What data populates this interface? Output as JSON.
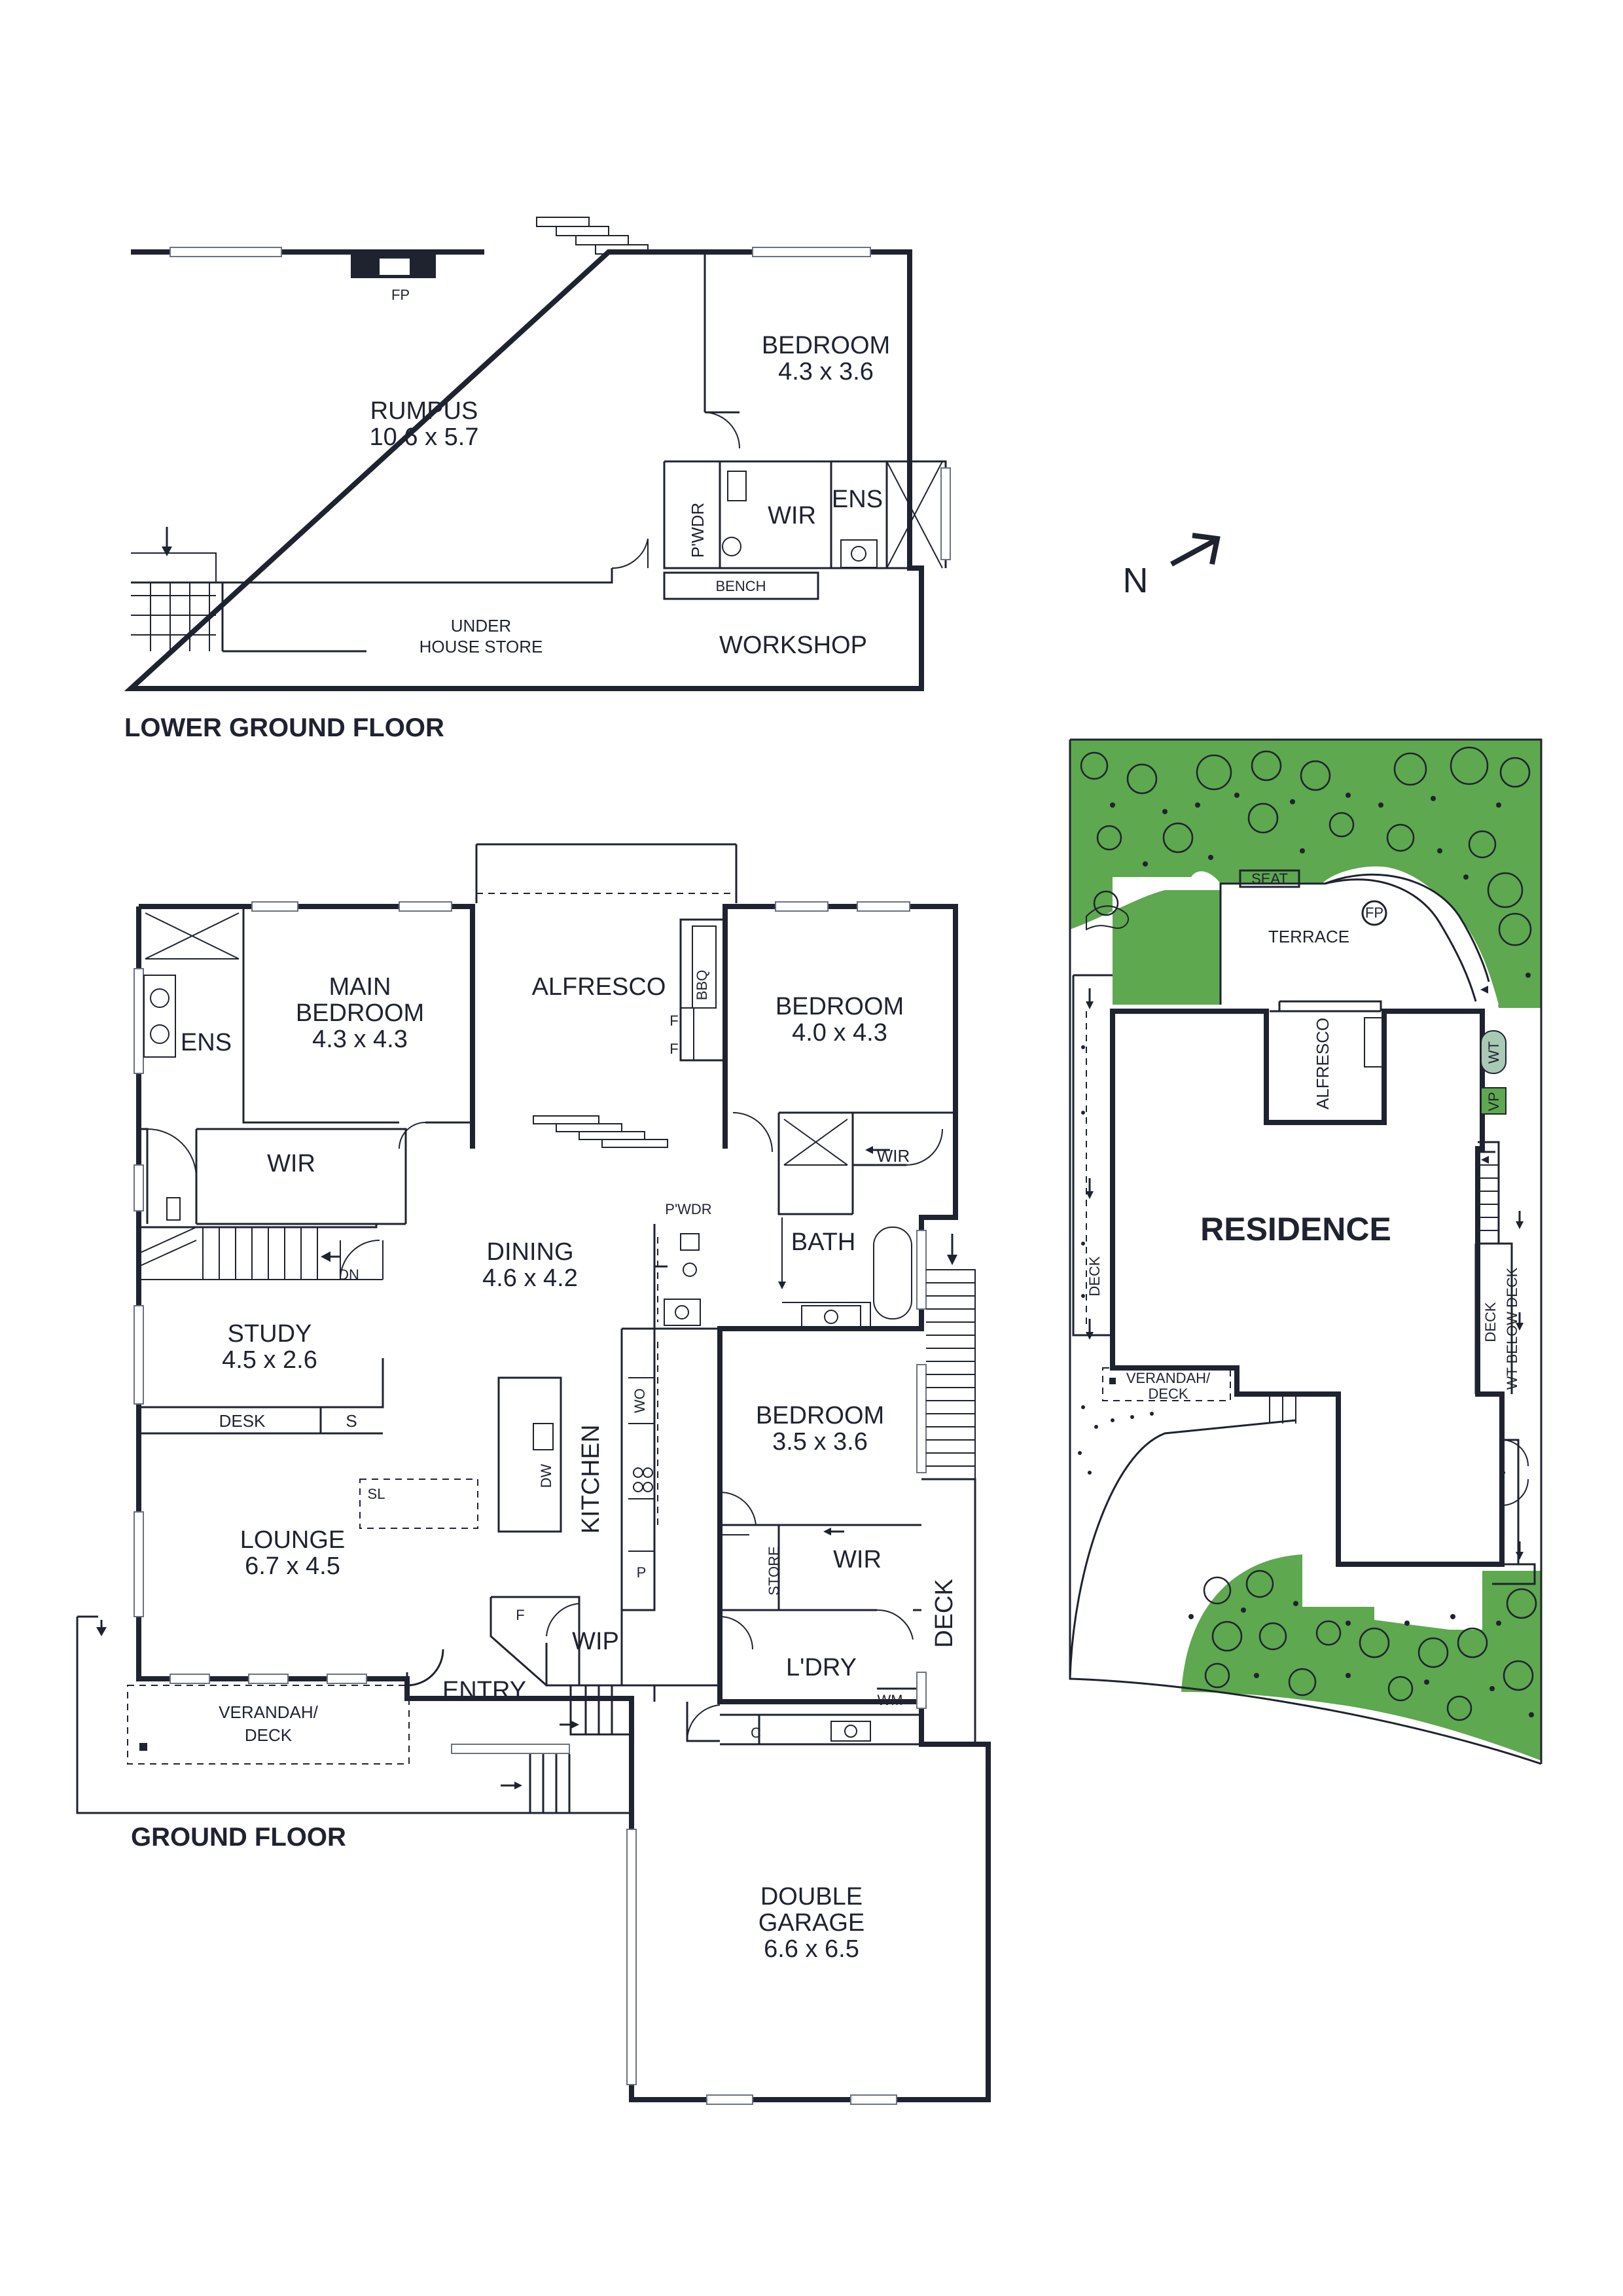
{
  "lower_ground": {
    "title": "LOWER GROUND FLOOR",
    "fp": "FP",
    "rumpus": {
      "name": "RUMPUS",
      "dim": "10.6 x 5.7"
    },
    "bedroom": {
      "name": "BEDROOM",
      "dim": "4.3 x 3.6"
    },
    "pwdr": "P'WDR",
    "wir": "WIR",
    "ens": "ENS",
    "bench": "BENCH",
    "under_store_1": "UNDER",
    "under_store_2": "HOUSE STORE",
    "workshop": "WORKSHOP"
  },
  "ground": {
    "title": "GROUND FLOOR",
    "ens": "ENS",
    "main_bedroom_1": "MAIN",
    "main_bedroom_2": "BEDROOM",
    "main_bedroom_dim": "4.3 x 4.3",
    "alfresco": "ALFRESCO",
    "bbq": "BBQ",
    "f": "F",
    "bedroom1": {
      "name": "BEDROOM",
      "dim": "4.0 x 4.3"
    },
    "wir": "WIR",
    "pwdr": "P'WDR",
    "bath": "BATH",
    "dining": {
      "name": "DINING",
      "dim": "4.6 x 4.2"
    },
    "dn": "DN",
    "study": {
      "name": "STUDY",
      "dim": "4.5 x 2.6"
    },
    "desk": "DESK",
    "s": "S",
    "wo": "WO",
    "dw": "DW",
    "kitchen": "KITCHEN",
    "sl": "SL",
    "p": "P",
    "bedroom2": {
      "name": "BEDROOM",
      "dim": "3.5 x 3.6"
    },
    "store": "STORE",
    "lounge": {
      "name": "LOUNGE",
      "dim": "6.7 x 4.5"
    },
    "wip": "WIP",
    "entry": "ENTRY",
    "deck": "DECK",
    "ldry": "L'DRY",
    "wm": "WM",
    "c": "C",
    "verandah_1": "VERANDAH/",
    "verandah_2": "DECK",
    "garage_1": "DOUBLE",
    "garage_2": "GARAGE",
    "garage_dim": "6.6 x 6.5"
  },
  "north": "N",
  "site": {
    "seat": "SEAT",
    "fp": "FP",
    "terrace": "TERRACE",
    "alfresco": "ALFRESCO",
    "wt": "WT",
    "vp": "VP",
    "residence": "RESIDENCE",
    "deck_left": "DECK",
    "deck_right": "DECK",
    "wt_below_deck": "WT BELOW DECK",
    "verandah_1": "VERANDAH/",
    "verandah_2": "DECK",
    "green": "#5ea84f"
  }
}
